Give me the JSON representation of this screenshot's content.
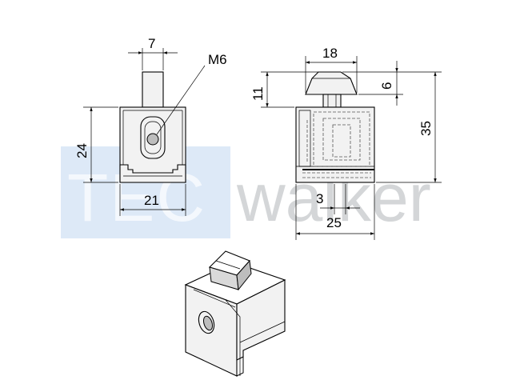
{
  "watermark": {
    "brand_left": "TEC",
    "brand_right": "walker",
    "box_color": "#dde9f7",
    "text_color": "#d4d6d8"
  },
  "front_view": {
    "width_label": "21",
    "height_label": "24",
    "stem_width_label": "7",
    "thread_label": "M6"
  },
  "side_view": {
    "head_width_label": "18",
    "head_height_label": "6",
    "head_offset_label": "11",
    "total_height_label": "35",
    "slot_width_label": "3",
    "depth_label": "25"
  }
}
